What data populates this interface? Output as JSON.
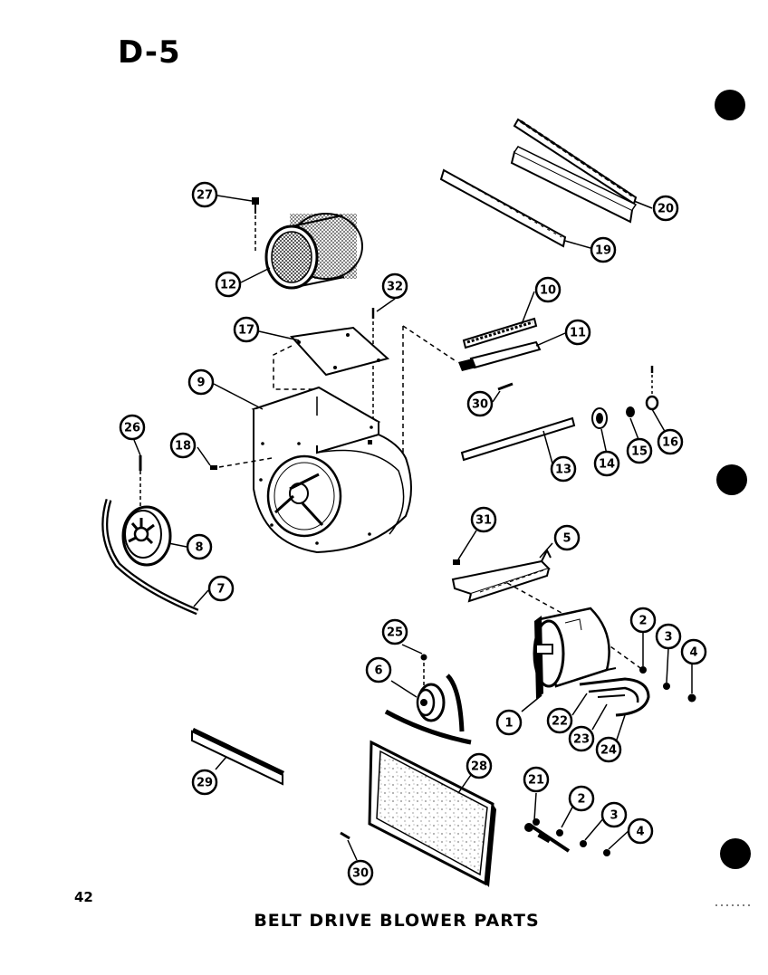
{
  "page": {
    "title": "D-5",
    "caption": "BELT DRIVE BLOWER PARTS",
    "page_number": "42"
  },
  "callouts": [
    {
      "id": "c27",
      "label": "27"
    },
    {
      "id": "c12",
      "label": "12"
    },
    {
      "id": "c32",
      "label": "32"
    },
    {
      "id": "c17",
      "label": "17"
    },
    {
      "id": "c9",
      "label": "9"
    },
    {
      "id": "c26a",
      "label": "26"
    },
    {
      "id": "c18",
      "label": "18"
    },
    {
      "id": "c8",
      "label": "8"
    },
    {
      "id": "c7",
      "label": "7"
    },
    {
      "id": "c20a",
      "label": "20"
    },
    {
      "id": "c19",
      "label": "19"
    },
    {
      "id": "c10",
      "label": "10"
    },
    {
      "id": "c11",
      "label": "11"
    },
    {
      "id": "c30a",
      "label": "30"
    },
    {
      "id": "c13",
      "label": "13"
    },
    {
      "id": "c14",
      "label": "14"
    },
    {
      "id": "c15",
      "label": "15"
    },
    {
      "id": "c16",
      "label": "16"
    },
    {
      "id": "c31",
      "label": "31"
    },
    {
      "id": "c5",
      "label": "5"
    },
    {
      "id": "c2a",
      "label": "2"
    },
    {
      "id": "c3a",
      "label": "3"
    },
    {
      "id": "c4a",
      "label": "4"
    },
    {
      "id": "c25",
      "label": "25"
    },
    {
      "id": "c6",
      "label": "6"
    },
    {
      "id": "c1",
      "label": "1"
    },
    {
      "id": "c22",
      "label": "22"
    },
    {
      "id": "c23",
      "label": "23"
    },
    {
      "id": "c24",
      "label": "24"
    },
    {
      "id": "c29",
      "label": "29"
    },
    {
      "id": "c28",
      "label": "28"
    },
    {
      "id": "c21",
      "label": "21"
    },
    {
      "id": "c2b",
      "label": "2"
    },
    {
      "id": "c3b",
      "label": "3"
    },
    {
      "id": "c4b",
      "label": "4"
    },
    {
      "id": "c30b",
      "label": "30"
    }
  ]
}
